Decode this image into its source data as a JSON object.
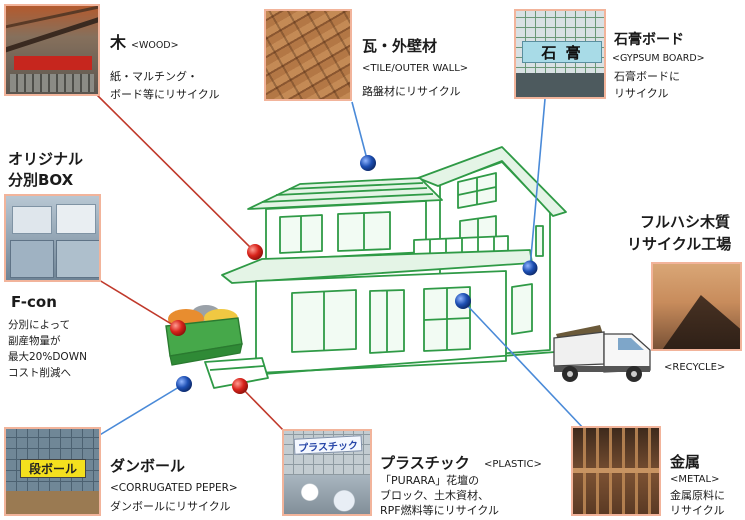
{
  "categories": {
    "wood": {
      "title": "木",
      "tag": "<WOOD>",
      "desc": [
        "紙・マルチング・",
        "ボード等にリサイクル"
      ]
    },
    "tile": {
      "title": "瓦・外壁材",
      "tag": "<TILE/OUTER WALL>",
      "desc": [
        "路盤材にリサイクル"
      ]
    },
    "gypsum": {
      "title": "石膏ボード",
      "tag": "<GYPSUM BOARD>",
      "desc": [
        "石膏ボードに",
        "リサイクル"
      ],
      "photo_sign": "石 膏"
    },
    "cardboard": {
      "title": "ダンボール",
      "tag": "<CORRUGATED PEPER>",
      "desc": [
        "ダンボールにリサイクル"
      ],
      "photo_sign": "段ボール"
    },
    "plastic": {
      "title": "プラスチック",
      "tag": "<PLASTIC>",
      "desc": [
        "「PURARA」花壇の",
        "ブロック、土木資材、",
        "RPF燃料等にリサイクル"
      ],
      "photo_sign": "プラスチック"
    },
    "metal": {
      "title": "金属",
      "tag": "<METAL>",
      "desc": [
        "金属原料に",
        "リサイクル"
      ]
    }
  },
  "sorting_box": {
    "title": [
      "オリジナル",
      "分別BOX"
    ]
  },
  "fcon": {
    "title": "F-con",
    "desc": [
      "分別によって",
      "副産物量が",
      "最大20%DOWN",
      "コスト削減へ"
    ]
  },
  "factory": {
    "title": [
      "フルハシ木質",
      "リサイクル工場"
    ],
    "tag": "<RECYCLE>"
  },
  "colors": {
    "house_line": "#2f9a46",
    "red_marker": "#d8231b",
    "blue_marker": "#1d4fb3",
    "red_connector": "#c0392b",
    "blue_connector": "#4a8ad8",
    "photo_border": "#f2b49b",
    "text": "#1b1b1b"
  }
}
